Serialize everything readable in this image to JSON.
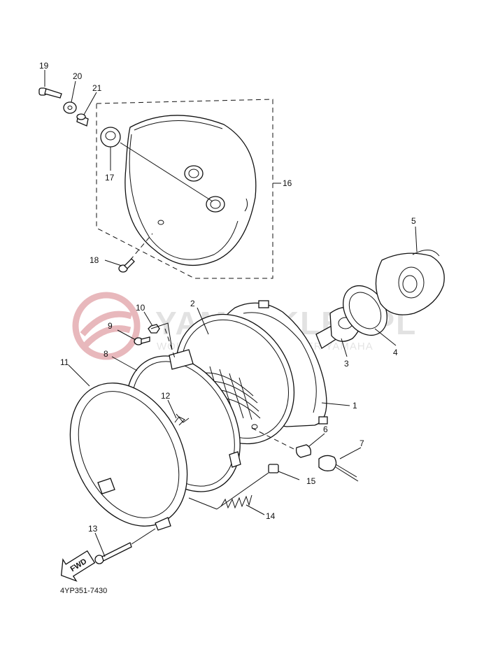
{
  "watermark": {
    "brand": "YAMASKLEP.PL",
    "tagline": "WOLNIECHOWICZ I PARTNER YAMAHA",
    "logo_color": "#e8b8bc"
  },
  "diagram_code": "4YP351-7430",
  "arrow_label": "FWD",
  "callouts": {
    "c1": "1",
    "c2": "2",
    "c3": "3",
    "c4": "4",
    "c5": "5",
    "c6": "6",
    "c7": "7",
    "c8": "8",
    "c9": "9",
    "c10": "10",
    "c11": "11",
    "c12": "12",
    "c13": "13",
    "c14": "14",
    "c15": "15",
    "c16": "16",
    "c17": "17",
    "c18": "18",
    "c19": "19",
    "c20": "20",
    "c21": "21"
  }
}
